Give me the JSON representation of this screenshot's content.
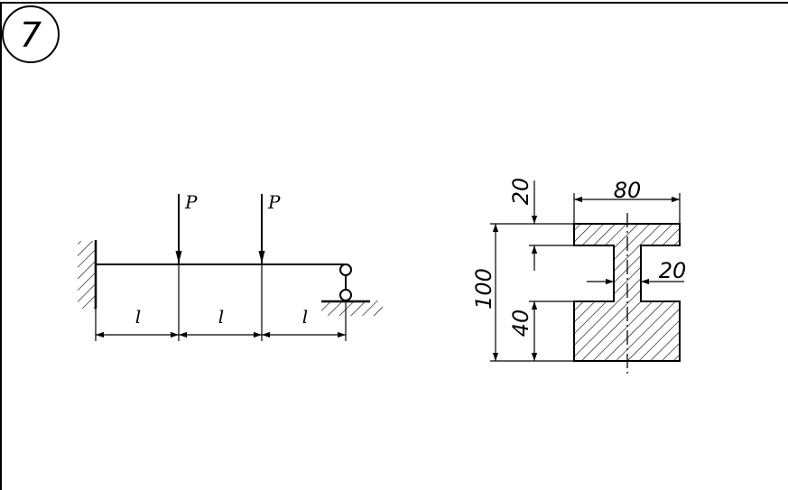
{
  "problem_number": "7",
  "beam": {
    "load_label_1": "P",
    "load_label_2": "P",
    "span_label_1": "l",
    "span_label_2": "l",
    "span_label_3": "l"
  },
  "section": {
    "dim_top_flange": "20",
    "dim_width": "80",
    "dim_web": "20",
    "dim_height": "100",
    "dim_bottom_flange": "40"
  }
}
